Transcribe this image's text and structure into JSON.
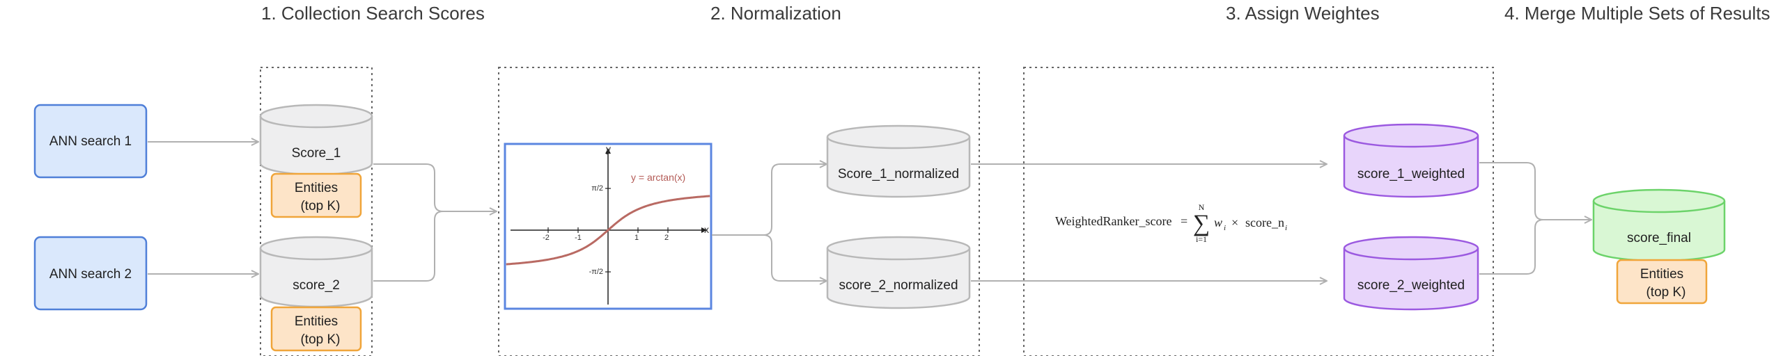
{
  "stages": {
    "collection": "1. Collection Search Scores",
    "normalization": "2. Normalization",
    "weights": "3. Assign Weightes",
    "merge": "4. Merge Multiple Sets of Results"
  },
  "searches": {
    "s1": "ANN search 1",
    "s2": "ANN search 2"
  },
  "scores": {
    "s1": "Score_1",
    "s2": "score_2"
  },
  "entities": {
    "line1": "Entities",
    "line2": "(top K)"
  },
  "plot": {
    "x_label": "x",
    "y_label": "y",
    "curve_label": "y = arctan(x)",
    "x_ticks": [
      "-2",
      "-1",
      "1",
      "2"
    ],
    "y_ticks": [
      "π/2",
      "-π/2"
    ]
  },
  "normalized": {
    "s1": "Score_1_normalized",
    "s2": "score_2_normalized"
  },
  "formula": {
    "lhs": "WeightedRanker_score",
    "eq": "=",
    "sum": "∑",
    "upper": "N",
    "lower": "i=1",
    "w": "w",
    "w_sub": "i",
    "times": "×",
    "score": "score_n",
    "score_sub": "i"
  },
  "weighted": {
    "s1": "score_1_weighted",
    "s2": "score_2_weighted"
  },
  "final": {
    "label": "score_final"
  },
  "colors": {
    "search_fill": "#dae8fc",
    "search_stroke": "#4f7fd8",
    "cyl_fill": "#eeeeef",
    "cyl_stroke": "#b8b8b8",
    "entity_fill": "#fde4c8",
    "entity_stroke": "#f0a53a",
    "weighted_fill": "#e8d5fb",
    "weighted_stroke": "#9b59e0",
    "final_fill": "#d9f7d4",
    "final_stroke": "#6cd36a",
    "arrow": "#b0b0b0",
    "curve": "#b96a63",
    "plot_frame": "#5b86e0"
  }
}
